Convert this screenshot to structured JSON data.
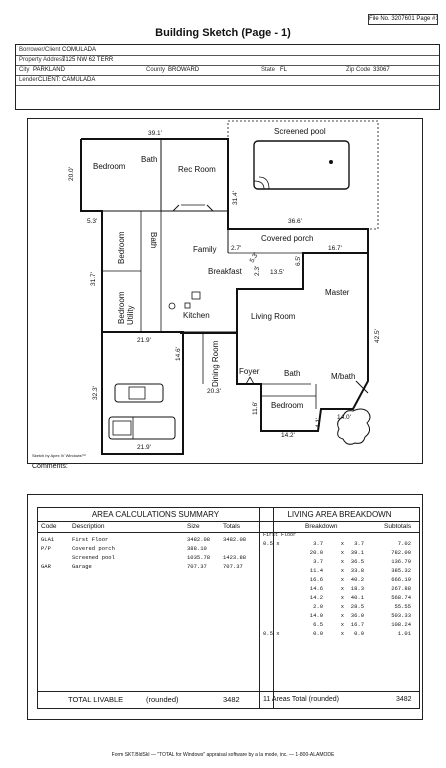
{
  "file_no": "File No. 3207601 Page #1",
  "title": "Building Sketch (Page - 1)",
  "header": {
    "borrower_label": "Borrower/Client",
    "borrower": "COMULADA",
    "address_label": "Property Address",
    "address": "7125 NW 62 TERR",
    "city_label": "City",
    "city": "PARKLAND",
    "county_label": "County",
    "county": "BROWARD",
    "state_label": "State",
    "state": "FL",
    "zip_label": "Zip Code",
    "zip": "33067",
    "lender_label": "Lender",
    "lender": "CLIENT: CAMULADA"
  },
  "sketch": {
    "dims": {
      "d391": "39.1'",
      "d200": "20.0'",
      "d53": "5.3'",
      "d317": "31.7'",
      "d314": "31.4'",
      "d366": "36.6'",
      "d27": "2.7'",
      "d53b": "5.3'",
      "d167": "16.7'",
      "d135": "13.5'",
      "d65": "6.5'",
      "d425": "42.5'",
      "d219a": "21.9'",
      "d146": "14.6'",
      "d323": "32.3'",
      "d203": "20.3'",
      "d116": "11.6'",
      "d140": "14.0'",
      "d41": "4.1'",
      "d142": "14.2'",
      "d219b": "21.9'",
      "d23": "2.3'"
    },
    "rooms": {
      "bedroom1": "Bedroom",
      "bath1": "Bath",
      "recroom": "Rec Room",
      "screened_pool": "Screened pool",
      "bedroom2": "Bedroom",
      "bath2": "Bath",
      "family": "Family",
      "covered_porch": "Covered porch",
      "breakfast": "Breakfast",
      "master": "Master",
      "bedroom3": "Bedroom",
      "utility": "Utility",
      "kitchen": "Kitchen",
      "living": "Living Room",
      "dining": "Dining Room",
      "foyer": "Foyer",
      "bath3": "Bath",
      "mbath": "M/bath",
      "bedroom4": "Bedroom"
    },
    "credit": "Sketch by Apex IV Windows™"
  },
  "comments_label": "Comments:",
  "summary": {
    "title": "AREA CALCULATIONS SUMMARY",
    "headers": [
      "Code",
      "Description",
      "Size",
      "Totals"
    ],
    "rows": [
      [
        "GLA1",
        "First Floor",
        "3482.08",
        "3482.08"
      ],
      [
        "P/P",
        "Covered porch",
        "388.10",
        ""
      ],
      [
        "",
        "Screened pool",
        "1035.78",
        "1423.88"
      ],
      [
        "GAR",
        "Garage",
        "707.37",
        "707.37"
      ]
    ],
    "total_label": "TOTAL LIVABLE",
    "total_rounded": "(rounded)",
    "total_value": "3482"
  },
  "breakdown": {
    "title": "LIVING AREA BREAKDOWN",
    "headers": [
      "Breakdown",
      "Subtotals"
    ],
    "floor_label": "First Floor",
    "rows": [
      [
        "0.5 x",
        "3.7",
        "x",
        "3.7",
        "7.02"
      ],
      [
        "",
        "20.0",
        "x",
        "39.1",
        "782.00"
      ],
      [
        "",
        "3.7",
        "x",
        "36.5",
        "136.79"
      ],
      [
        "",
        "11.4",
        "x",
        "33.8",
        "385.32"
      ],
      [
        "",
        "16.6",
        "x",
        "40.2",
        "666.19"
      ],
      [
        "",
        "14.6",
        "x",
        "18.3",
        "267.88"
      ],
      [
        "",
        "14.2",
        "x",
        "40.1",
        "568.74"
      ],
      [
        "",
        "2.0",
        "x",
        "28.5",
        "55.55"
      ],
      [
        "",
        "14.0",
        "x",
        "36.0",
        "503.33"
      ],
      [
        "",
        "6.5",
        "x",
        "16.7",
        "108.24"
      ],
      [
        "0.5 x",
        "0.0",
        "x",
        "0.0",
        "1.01"
      ]
    ],
    "total_label": "11 Areas Total (rounded)",
    "total_value": "3482"
  },
  "footer": "Form SKT.BldSkl — \"TOTAL for Windows\" appraisal software by a la mode, inc. — 1-800-ALAMODE"
}
